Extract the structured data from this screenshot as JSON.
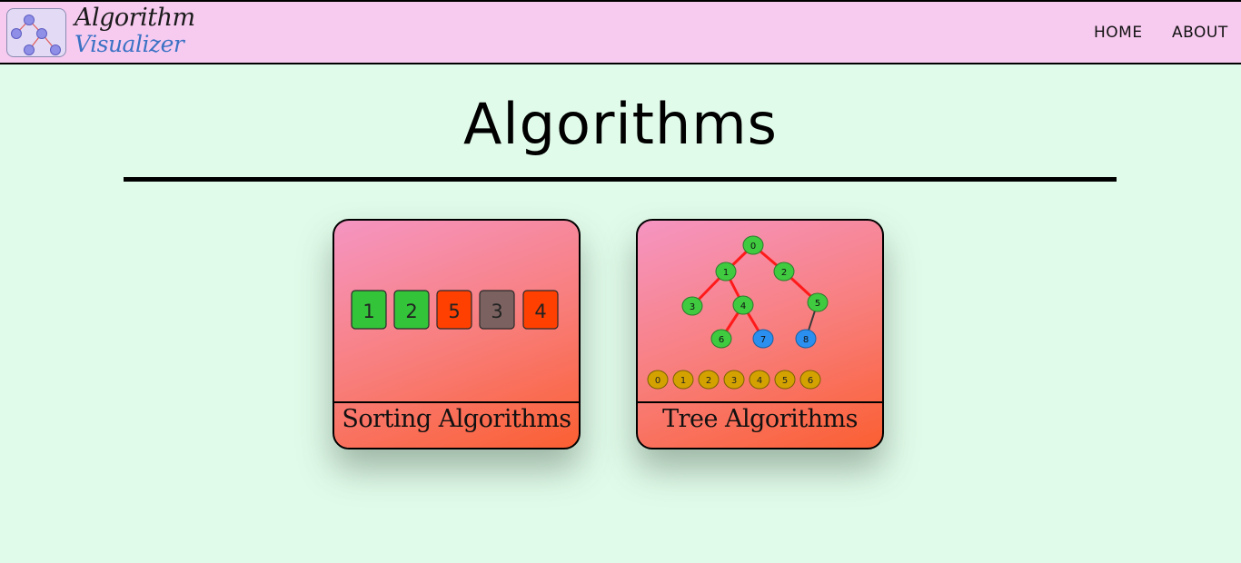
{
  "nav": {
    "brand_line1": "Algorithm",
    "brand_line2": "Visualizer",
    "links": [
      "HOME",
      "ABOUT"
    ]
  },
  "main": {
    "title": "Algorithms",
    "cards": [
      {
        "label": "Sorting Algorithms",
        "array": [
          {
            "value": "1",
            "state": "sorted"
          },
          {
            "value": "2",
            "state": "sorted"
          },
          {
            "value": "5",
            "state": "active"
          },
          {
            "value": "3",
            "state": "compare"
          },
          {
            "value": "4",
            "state": "active"
          }
        ]
      },
      {
        "label": "Tree Algorithms",
        "tree_nodes": [
          "0",
          "1",
          "2",
          "3",
          "4",
          "5",
          "6",
          "7",
          "8"
        ],
        "traversal": [
          "0",
          "1",
          "2",
          "3",
          "4",
          "5",
          "6"
        ]
      }
    ]
  },
  "colors": {
    "navbar_bg": "#f7cbf0",
    "page_bg": "#e1fbea",
    "sorted": "#33c43a",
    "active": "#ff4000",
    "compare": "#7b6260",
    "tree_node": "#3fca40",
    "tree_node_highlight": "#2a8fee",
    "tree_edge": "#ff1a1a",
    "traversal_node": "#d4a200",
    "brand_accent": "#3b72c4"
  }
}
